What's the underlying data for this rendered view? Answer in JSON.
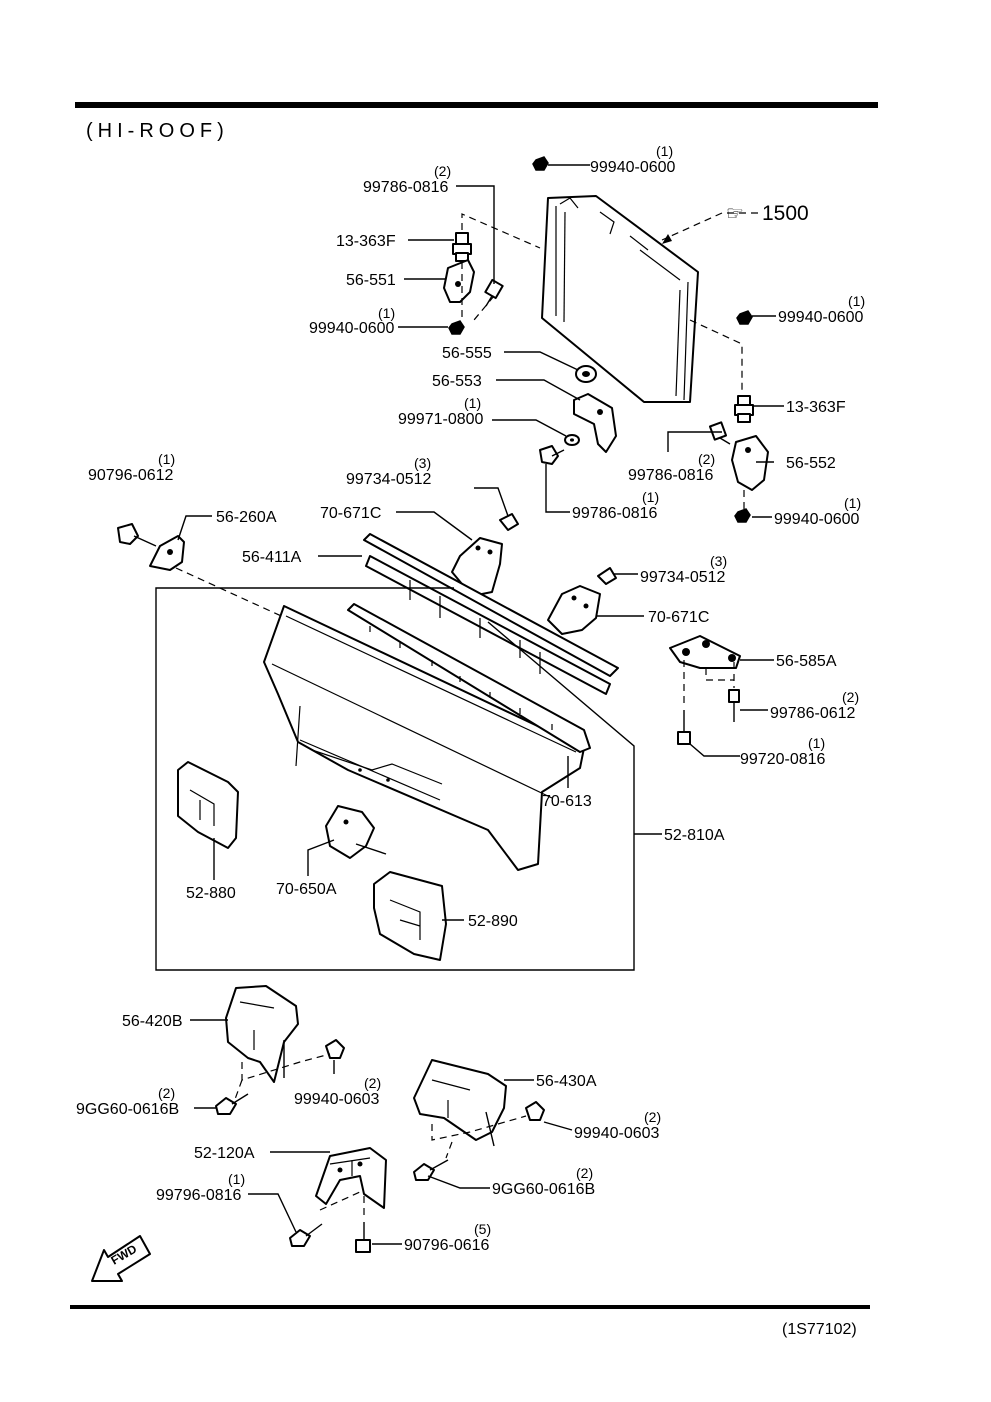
{
  "header": {
    "title": "(HI-ROOF)"
  },
  "footer": {
    "code": "(1S77102)",
    "fwd": "FWD"
  },
  "callouts": [
    {
      "id": "c1",
      "part": "99940-0600",
      "qty": "(1)"
    },
    {
      "id": "c2",
      "part": "99786-0816",
      "qty": "(2)"
    },
    {
      "id": "c3",
      "part": "1500",
      "qty": ""
    },
    {
      "id": "c4",
      "part": "13-363F",
      "qty": ""
    },
    {
      "id": "c5",
      "part": "56-551",
      "qty": ""
    },
    {
      "id": "c6",
      "part": "99940-0600",
      "qty": "(1)"
    },
    {
      "id": "c7",
      "part": "99940-0600",
      "qty": "(1)"
    },
    {
      "id": "c8",
      "part": "56-555",
      "qty": ""
    },
    {
      "id": "c9",
      "part": "56-553",
      "qty": ""
    },
    {
      "id": "c10",
      "part": "99971-0800",
      "qty": "(1)"
    },
    {
      "id": "c11",
      "part": "13-363F",
      "qty": ""
    },
    {
      "id": "c12",
      "part": "99786-0816",
      "qty": "(2)"
    },
    {
      "id": "c13",
      "part": "56-552",
      "qty": ""
    },
    {
      "id": "c14",
      "part": "90796-0612",
      "qty": "(1)"
    },
    {
      "id": "c15",
      "part": "99734-0512",
      "qty": "(3)"
    },
    {
      "id": "c16",
      "part": "99786-0816",
      "qty": "(1)"
    },
    {
      "id": "c17",
      "part": "99940-0600",
      "qty": "(1)"
    },
    {
      "id": "c18",
      "part": "56-260A",
      "qty": ""
    },
    {
      "id": "c19",
      "part": "70-671C",
      "qty": ""
    },
    {
      "id": "c20",
      "part": "56-411A",
      "qty": ""
    },
    {
      "id": "c21",
      "part": "99734-0512",
      "qty": "(3)"
    },
    {
      "id": "c22",
      "part": "70-671C",
      "qty": ""
    },
    {
      "id": "c23",
      "part": "56-585A",
      "qty": ""
    },
    {
      "id": "c24",
      "part": "99786-0612",
      "qty": "(2)"
    },
    {
      "id": "c25",
      "part": "99720-0816",
      "qty": "(1)"
    },
    {
      "id": "c26",
      "part": "70-613",
      "qty": ""
    },
    {
      "id": "c27",
      "part": "52-810A",
      "qty": ""
    },
    {
      "id": "c28",
      "part": "52-880",
      "qty": ""
    },
    {
      "id": "c29",
      "part": "70-650A",
      "qty": ""
    },
    {
      "id": "c30",
      "part": "52-890",
      "qty": ""
    },
    {
      "id": "c31",
      "part": "56-420B",
      "qty": ""
    },
    {
      "id": "c32",
      "part": "99940-0603",
      "qty": "(2)"
    },
    {
      "id": "c33",
      "part": "9GG60-0616B",
      "qty": "(2)"
    },
    {
      "id": "c34",
      "part": "56-430A",
      "qty": ""
    },
    {
      "id": "c35",
      "part": "99940-0603",
      "qty": "(2)"
    },
    {
      "id": "c36",
      "part": "52-120A",
      "qty": ""
    },
    {
      "id": "c37",
      "part": "9GG60-0616B",
      "qty": "(2)"
    },
    {
      "id": "c38",
      "part": "99796-0816",
      "qty": "(1)"
    },
    {
      "id": "c39",
      "part": "90796-0616",
      "qty": "(5)"
    }
  ]
}
